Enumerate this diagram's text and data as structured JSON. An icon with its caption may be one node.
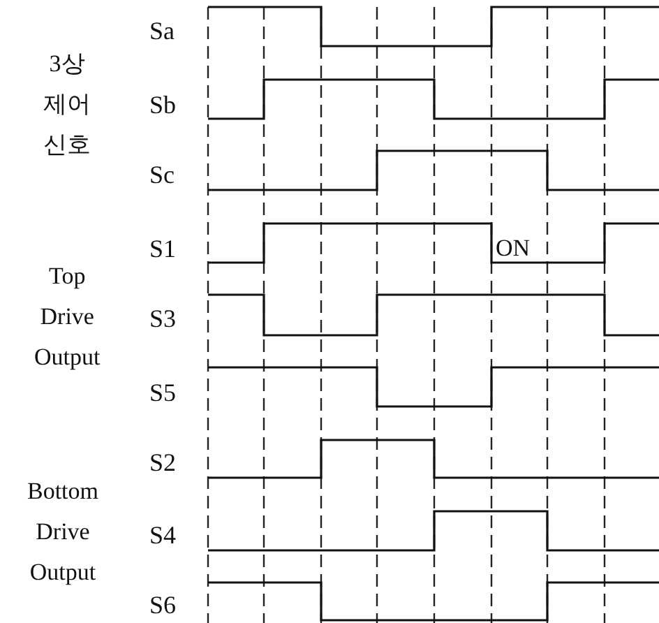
{
  "diagram": {
    "labels": [
      "3상 제어 신호",
      "Sa",
      "Sb",
      "Sc",
      "Top Drive Output",
      "S1",
      "ON",
      "S3",
      "S5",
      "Bottom Drive Output",
      "S2",
      "S4",
      "S6"
    ]
  }
}
